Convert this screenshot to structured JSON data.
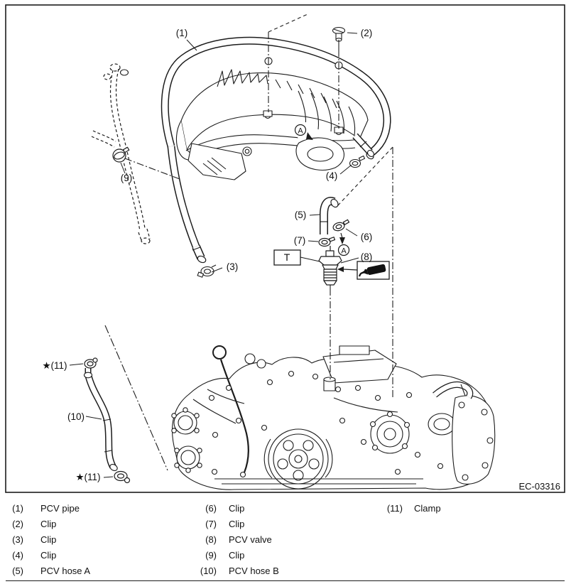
{
  "colors": {
    "line": "#1c1c1c",
    "background": "#ffffff"
  },
  "diagram": {
    "code": "EC-03316",
    "detail_marker": "A",
    "tee_label": "T",
    "callouts": {
      "c1": "(1)",
      "c2": "(2)",
      "c3": "(3)",
      "c4": "(4)",
      "c5": "(5)",
      "c6": "(6)",
      "c7": "(7)",
      "c8": "(8)",
      "c9": "(9)",
      "c10": "(10)",
      "c11": "★(11)"
    }
  },
  "legend": {
    "items": [
      {
        "num": "(1)",
        "name": "PCV pipe"
      },
      {
        "num": "(2)",
        "name": "Clip"
      },
      {
        "num": "(3)",
        "name": "Clip"
      },
      {
        "num": "(4)",
        "name": "Clip"
      },
      {
        "num": "(5)",
        "name": "PCV hose A"
      },
      {
        "num": "(6)",
        "name": "Clip"
      },
      {
        "num": "(7)",
        "name": "Clip"
      },
      {
        "num": "(8)",
        "name": "PCV valve"
      },
      {
        "num": "(9)",
        "name": "Clip"
      },
      {
        "num": "(10)",
        "name": "PCV hose B"
      },
      {
        "num": "(11)",
        "name": "Clamp"
      }
    ]
  }
}
